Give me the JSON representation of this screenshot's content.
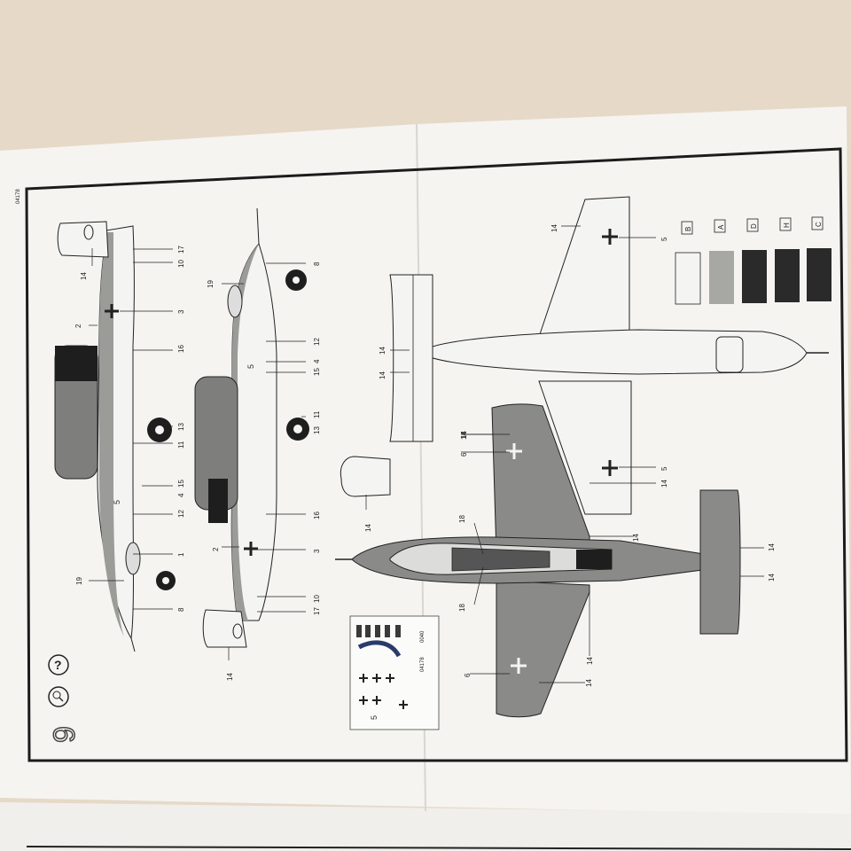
{
  "sheet": {
    "code": "04178",
    "page_number": "9"
  },
  "help_icons": [
    "magnifier-icon",
    "question-icon"
  ],
  "side_view_top": {
    "callouts": [
      "14",
      "17",
      "10",
      "2",
      "3",
      "16",
      "11",
      "13",
      "4",
      "15",
      "12",
      "1",
      "19",
      "8"
    ],
    "fuselage_number": "5"
  },
  "side_view_bottom": {
    "callouts": [
      "19",
      "8",
      "12",
      "15",
      "4",
      "11",
      "13",
      "16",
      "2",
      "3",
      "17",
      "10",
      "14"
    ],
    "fuselage_number": "5"
  },
  "plan_view_top": {
    "callouts": [
      "14",
      "5",
      "14",
      "14",
      "14",
      "14",
      "5"
    ]
  },
  "plan_view_bottom": {
    "callouts": [
      "14",
      "6",
      "18",
      "18",
      "14",
      "14",
      "14",
      "6",
      "14",
      "14"
    ]
  },
  "part_callout": "14",
  "color_legend": [
    {
      "letter": "B",
      "swatch": "#f4f4f2",
      "name": "white"
    },
    {
      "letter": "A",
      "swatch": "#a7a7a4",
      "name": "light grey"
    },
    {
      "letter": "D",
      "swatch": "#2a2a2a",
      "name": "black"
    },
    {
      "letter": "H",
      "swatch": "#2a2a2a",
      "name": "black"
    },
    {
      "letter": "C",
      "swatch": "#2a2a2a",
      "name": "black"
    }
  ],
  "decal_sheet": {
    "code": "04178",
    "sub_code": "0040",
    "marking_number": "5"
  },
  "colors": {
    "paper": "#f5f4f2",
    "border": "#1c1c1c",
    "mid_grey": "#8a8a88",
    "dark": "#1f1f1f",
    "desk": "#e8dccb"
  }
}
